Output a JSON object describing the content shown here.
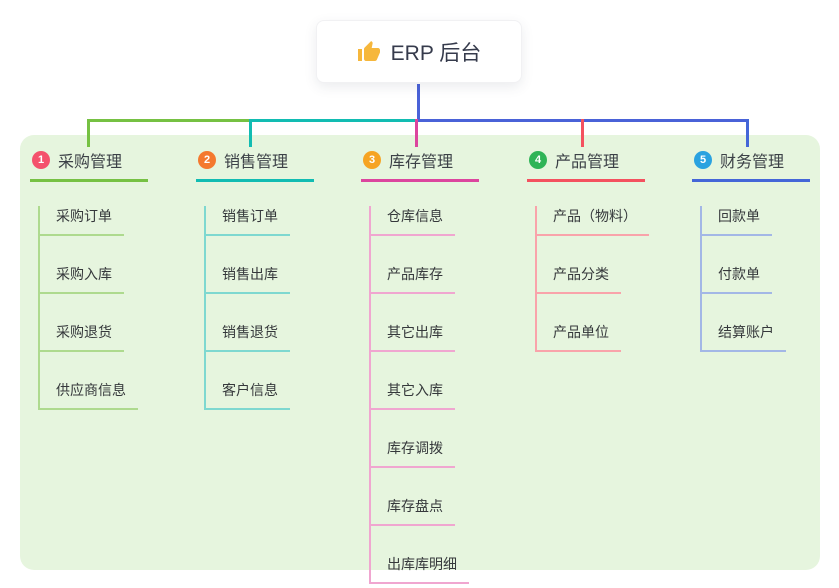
{
  "root": {
    "title": "ERP 后台",
    "icon": "thumbs-up-icon",
    "icon_color": "#f6b73c",
    "line_color": "#4a62d8",
    "card_background": "#ffffff"
  },
  "panel": {
    "background": "#e6f5de"
  },
  "branches": [
    {
      "number": "1",
      "label": "采购管理",
      "badge_color": "#f4516c",
      "line_color": "#76c143",
      "child_line_color": "#aeda8e",
      "children": [
        "采购订单",
        "采购入库",
        "采购退货",
        "供应商信息"
      ]
    },
    {
      "number": "2",
      "label": "销售管理",
      "badge_color": "#f4792e",
      "line_color": "#12bcb2",
      "child_line_color": "#7ed8d0",
      "children": [
        "销售订单",
        "销售出库",
        "销售退货",
        "客户信息"
      ]
    },
    {
      "number": "3",
      "label": "库存管理",
      "badge_color": "#f6a423",
      "line_color": "#dc459e",
      "child_line_color": "#f0a6d0",
      "children": [
        "仓库信息",
        "产品库存",
        "其它出库",
        "其它入库",
        "库存调拨",
        "库存盘点",
        "出库库明细"
      ]
    },
    {
      "number": "4",
      "label": "产品管理",
      "badge_color": "#2fb457",
      "line_color": "#f4515f",
      "child_line_color": "#f9a3aa",
      "children": [
        "产品（物料）",
        "产品分类",
        "产品单位"
      ]
    },
    {
      "number": "5",
      "label": "财务管理",
      "badge_color": "#2aa2e0",
      "line_color": "#4466d8",
      "child_line_color": "#a3b7e6",
      "children": [
        "回款单",
        "付款单",
        "结算账户"
      ]
    }
  ]
}
